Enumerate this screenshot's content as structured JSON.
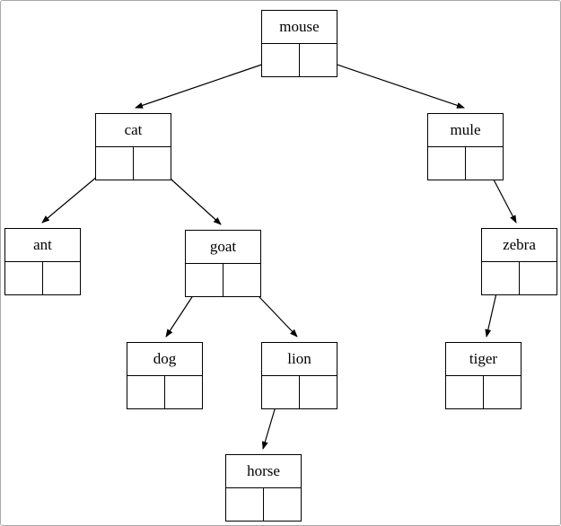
{
  "diagram": {
    "type": "binary-search-tree",
    "nodes": {
      "mouse": {
        "label": "mouse"
      },
      "cat": {
        "label": "cat"
      },
      "mule": {
        "label": "mule"
      },
      "ant": {
        "label": "ant"
      },
      "goat": {
        "label": "goat"
      },
      "zebra": {
        "label": "zebra"
      },
      "dog": {
        "label": "dog"
      },
      "lion": {
        "label": "lion"
      },
      "tiger": {
        "label": "tiger"
      },
      "horse": {
        "label": "horse"
      }
    },
    "edges": [
      {
        "from": "mouse",
        "pointer": "left",
        "to": "cat"
      },
      {
        "from": "mouse",
        "pointer": "right",
        "to": "mule"
      },
      {
        "from": "cat",
        "pointer": "left",
        "to": "ant"
      },
      {
        "from": "cat",
        "pointer": "right",
        "to": "goat"
      },
      {
        "from": "goat",
        "pointer": "left",
        "to": "dog"
      },
      {
        "from": "goat",
        "pointer": "right",
        "to": "lion"
      },
      {
        "from": "lion",
        "pointer": "left",
        "to": "horse"
      },
      {
        "from": "mule",
        "pointer": "right",
        "to": "zebra"
      },
      {
        "from": "zebra",
        "pointer": "left",
        "to": "tiger"
      }
    ],
    "colors": {
      "line": "#000000",
      "background": "#ffffff"
    }
  }
}
